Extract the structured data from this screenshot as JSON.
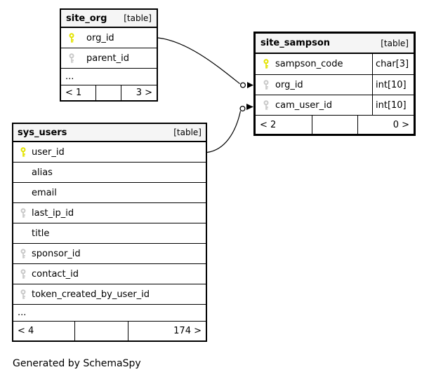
{
  "caption": "Generated by SchemaSpy",
  "colors": {
    "primary_key_icon": "#e3e300",
    "foreign_key_icon": "#c9c9c9",
    "header_background": "#f5f5f5",
    "border": "#000000",
    "background": "#ffffff"
  },
  "tables": [
    {
      "name": "site_org",
      "type_label": "[table]",
      "columns": [
        {
          "name": "org_id",
          "key": "primary"
        },
        {
          "name": "parent_id",
          "key": "foreign"
        }
      ],
      "ellipsis": "...",
      "stats_left": "< 1",
      "stats_right": "3 >"
    },
    {
      "name": "site_sampson",
      "type_label": "[table]",
      "columns": [
        {
          "name": "sampson_code",
          "type": "char[3]",
          "key": "primary"
        },
        {
          "name": "org_id",
          "type": "int[10]",
          "key": "foreign"
        },
        {
          "name": "cam_user_id",
          "type": "int[10]",
          "key": "foreign"
        }
      ],
      "stats_left": "< 2",
      "stats_right": "0 >"
    },
    {
      "name": "sys_users",
      "type_label": "[table]",
      "columns": [
        {
          "name": "user_id",
          "key": "primary"
        },
        {
          "name": "alias",
          "key": "none"
        },
        {
          "name": "email",
          "key": "none"
        },
        {
          "name": "last_ip_id",
          "key": "foreign"
        },
        {
          "name": "title",
          "key": "none"
        },
        {
          "name": "sponsor_id",
          "key": "foreign"
        },
        {
          "name": "contact_id",
          "key": "foreign"
        },
        {
          "name": "token_created_by_user_id",
          "key": "foreign"
        }
      ],
      "ellipsis": "...",
      "stats_left": "< 4",
      "stats_right": "174 >"
    }
  ],
  "relationships": [
    {
      "from": "site_org.org_id",
      "to": "site_sampson.org_id"
    },
    {
      "from": "sys_users.user_id",
      "to": "site_sampson.cam_user_id"
    }
  ]
}
